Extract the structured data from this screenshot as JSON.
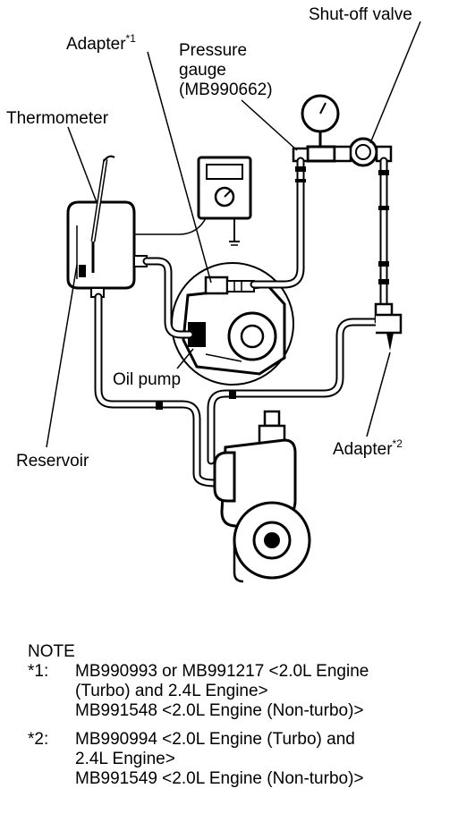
{
  "labels": {
    "shutoff_valve": "Shut-off valve",
    "adapter1": "Adapter",
    "adapter1_mark": "*1",
    "pressure_gauge_1": "Pressure",
    "pressure_gauge_2": "gauge",
    "pressure_gauge_3": "(MB990662)",
    "thermometer": "Thermometer",
    "oil_pump": "Oil pump",
    "reservoir": "Reservoir",
    "adapter2": "Adapter",
    "adapter2_mark": "*2"
  },
  "note": {
    "title": "NOTE",
    "items": [
      {
        "key": "*1:",
        "lines": [
          "MB990993 or MB991217 <2.0L Engine",
          "(Turbo) and 2.4L Engine>",
          "MB991548 <2.0L Engine (Non-turbo)>"
        ]
      },
      {
        "key": "*2:",
        "lines": [
          "MB990994 <2.0L Engine (Turbo) and",
          "2.4L Engine>",
          "MB991549 <2.0L Engine (Non-turbo)>"
        ]
      }
    ]
  }
}
